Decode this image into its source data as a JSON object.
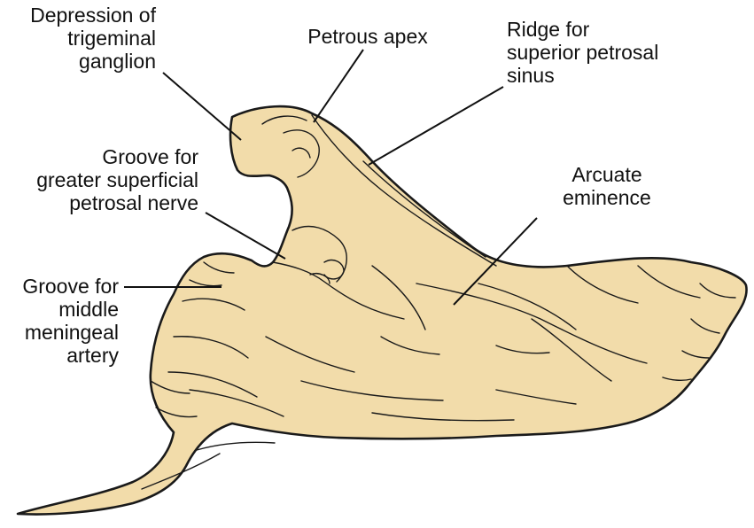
{
  "figure": {
    "background": "#ffffff",
    "bone_fill": "#f2dcaa",
    "outline_color": "#1a1a1a"
  },
  "labels": {
    "trigeminal": [
      "Depression of",
      "trigeminal",
      "ganglion"
    ],
    "apex": [
      "Petrous apex"
    ],
    "ridge": [
      "Ridge for",
      "superior petrosal",
      "sinus"
    ],
    "gspn": [
      "Groove for",
      "greater superficial",
      "petrosal nerve"
    ],
    "arcuate": [
      "Arcuate",
      "eminence"
    ],
    "meningeal": [
      "Groove for",
      "middle",
      "meningeal",
      "artery"
    ]
  }
}
